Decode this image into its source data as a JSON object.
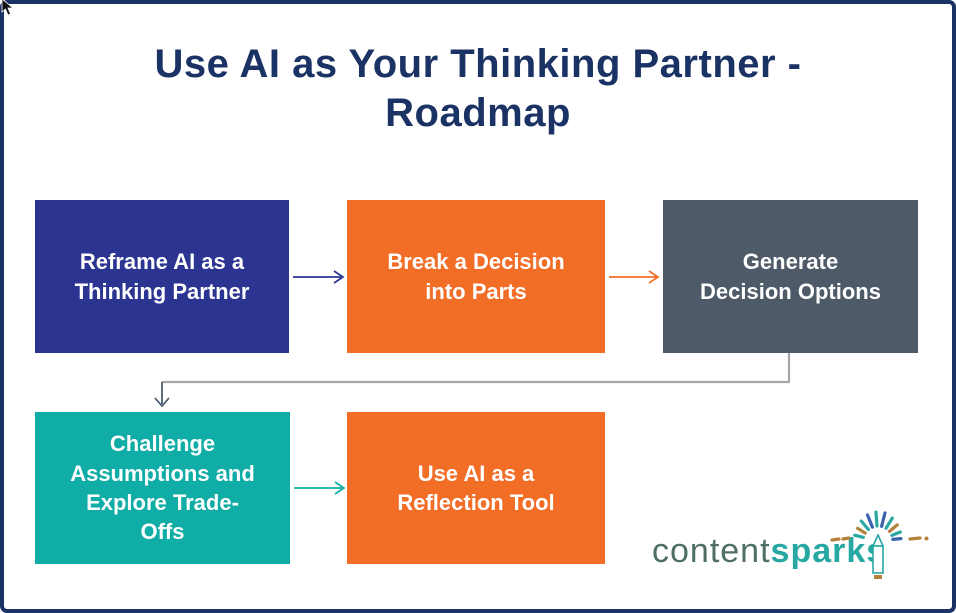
{
  "title": "Use AI as Your Thinking Partner -\nRoadmap",
  "flow": {
    "boxes": [
      {
        "id": "reframe",
        "label": "Reframe AI as a\nThinking Partner",
        "bg": "#2b3490"
      },
      {
        "id": "break",
        "label": "Break a Decision\ninto Parts",
        "bg": "#f26d26"
      },
      {
        "id": "generate",
        "label": "Generate\nDecision Options",
        "bg": "#4e5a68"
      },
      {
        "id": "challenge",
        "label": "Challenge\nAssumptions and\nExplore Trade-\nOffs",
        "bg": "#10ada6"
      },
      {
        "id": "reflect",
        "label": "Use AI as a\nReflection Tool",
        "bg": "#f26d26"
      }
    ],
    "arrows": [
      {
        "id": "step1-to-step2",
        "color": "#2b3490"
      },
      {
        "id": "step2-to-step3",
        "color": "#f26d26"
      },
      {
        "id": "step3-elbow",
        "color": "#a6a6a6"
      },
      {
        "id": "elbow-to-step4",
        "color": "#44546a"
      },
      {
        "id": "step4-to-step5",
        "color": "#10ada6"
      }
    ]
  },
  "logo": {
    "word1": "content",
    "word2": "sparks",
    "word1_color": "#4f6e66",
    "word2_color": "#27a8a2",
    "spark_colors": [
      "#2aa8a2",
      "#b5823c",
      "#3c63ad"
    ]
  },
  "frame": {
    "border_color": "#1b3264",
    "background": "#ffffff",
    "title_color": "#1b3264"
  }
}
